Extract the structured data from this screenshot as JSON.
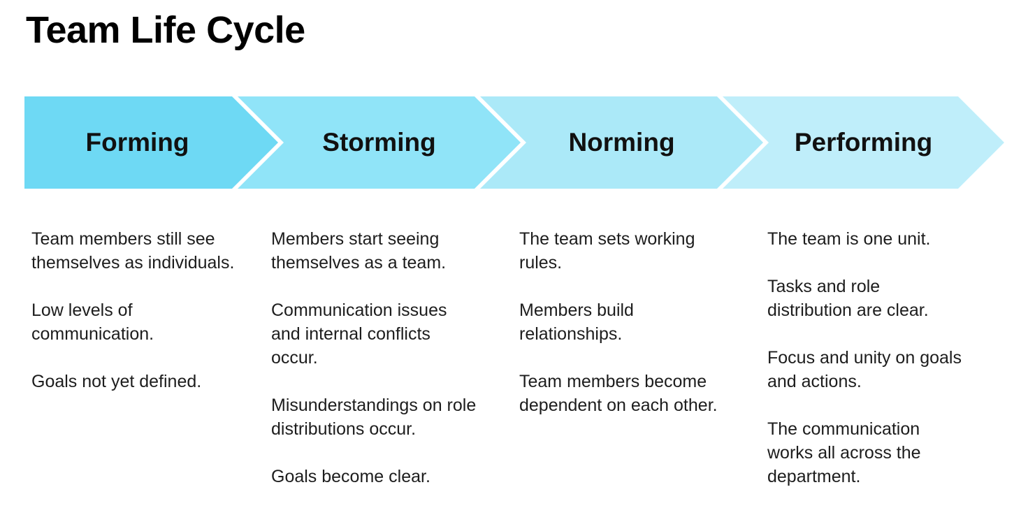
{
  "title": "Team Life Cycle",
  "phases": [
    {
      "label": "Forming",
      "color": "#6ed9f4",
      "points": [
        "Team members still see themselves as individuals.",
        "Low levels of communication.",
        "Goals not yet defined."
      ]
    },
    {
      "label": "Storming",
      "color": "#90e4f8",
      "points": [
        "Members start seeing themselves as a team.",
        "Communication issues and internal conflicts occur.",
        "Misunderstandings on role distributions occur.",
        "Goals become clear."
      ]
    },
    {
      "label": "Norming",
      "color": "#abe9f8",
      "points": [
        "The team sets working rules.",
        "Members build relationships.",
        "Team members become dependent on each other."
      ]
    },
    {
      "label": "Performing",
      "color": "#bfeefa",
      "points": [
        "The team is one unit.",
        "Tasks and role distribution are clear.",
        "Focus and unity on goals and actions.",
        "The communication works all across the department."
      ]
    }
  ]
}
